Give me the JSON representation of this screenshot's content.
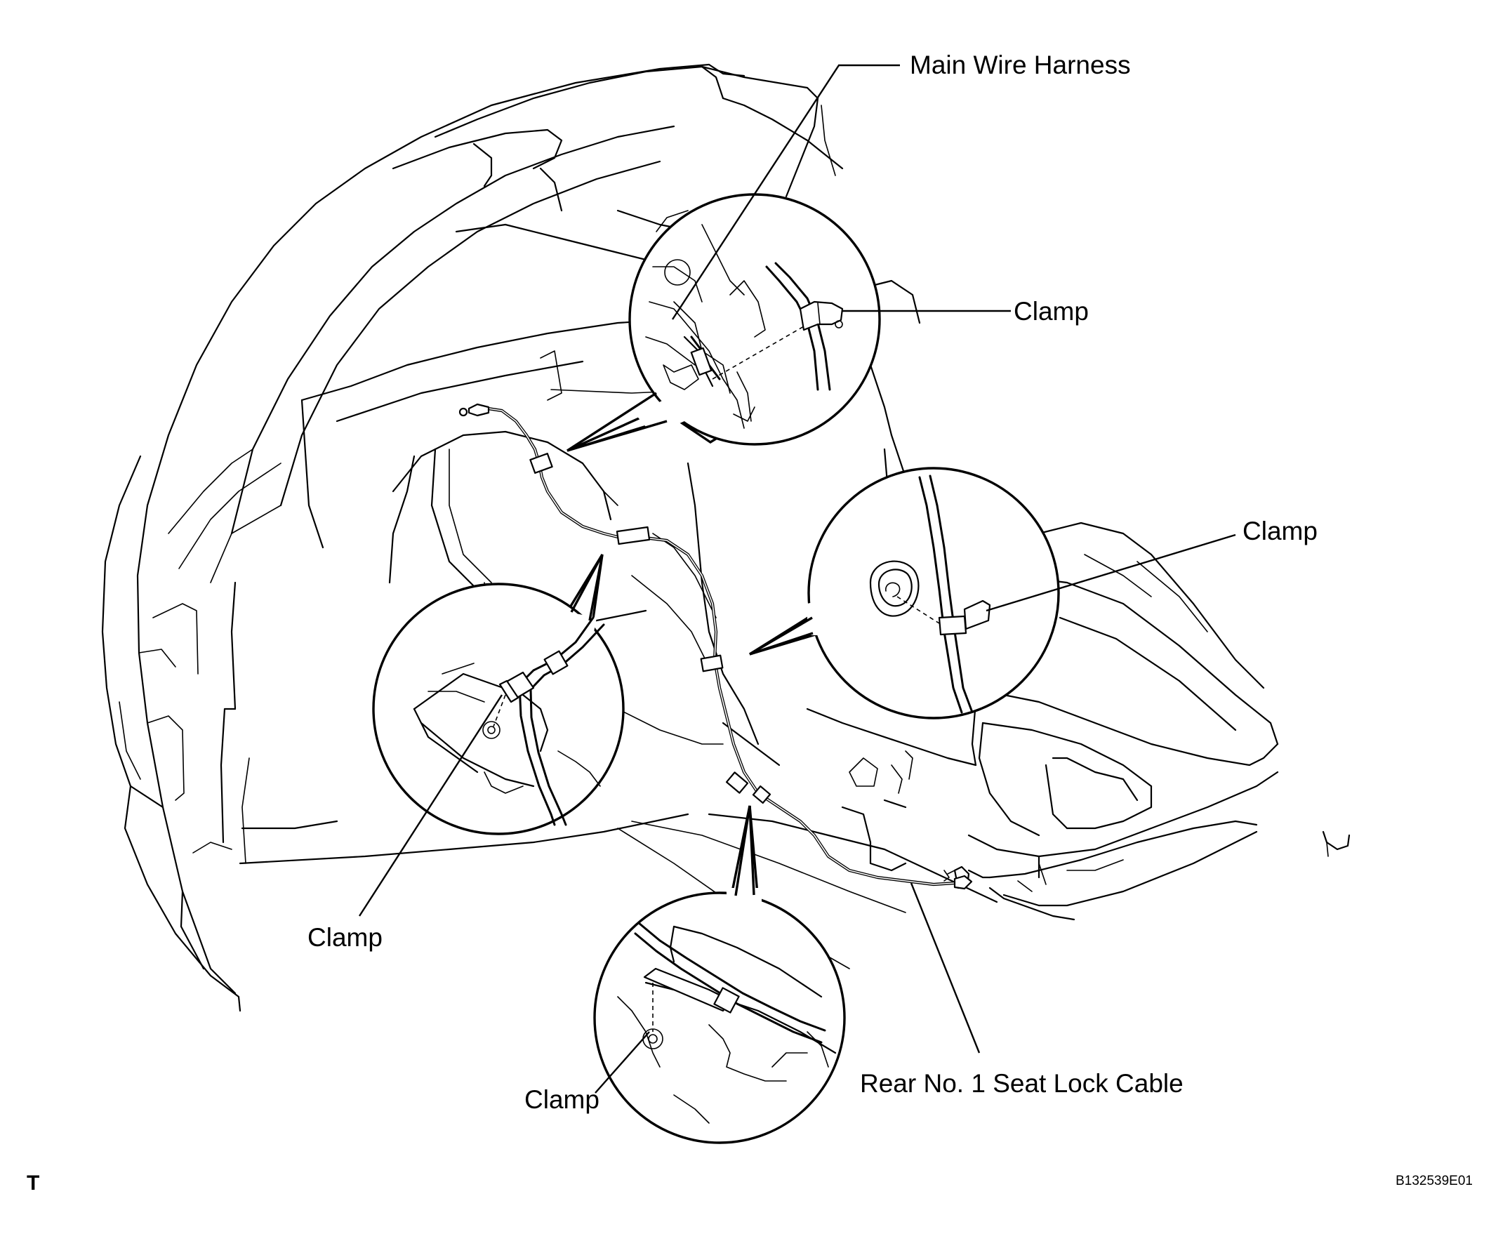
{
  "labels": {
    "main_wire_harness": "Main Wire Harness",
    "clamp_upper": "Clamp",
    "clamp_right": "Clamp",
    "clamp_left": "Clamp",
    "clamp_bottom": "Clamp",
    "seat_lock_cable": "Rear No. 1 Seat Lock Cable"
  },
  "corner": {
    "view_letter": "T",
    "figure_code": "B132539E01"
  }
}
